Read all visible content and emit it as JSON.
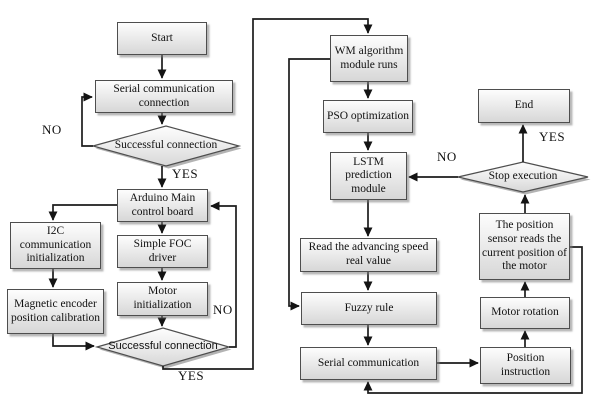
{
  "diagram": {
    "type": "flowchart",
    "nodes": {
      "start": {
        "label": "Start"
      },
      "serial_comm_connection": {
        "label": "Serial communication connection"
      },
      "successful_connection_1": {
        "label": "Successful connection"
      },
      "arduino_main": {
        "label": "Arduino Main control board"
      },
      "i2c_init": {
        "label": "I2C communication initialization"
      },
      "simple_foc": {
        "label": "Simple FOC driver"
      },
      "magnetic_encoder": {
        "label": "Magnetic encoder position calibration"
      },
      "motor_init": {
        "label": "Motor initialization"
      },
      "successful_connection_2": {
        "label": "Successful connection"
      },
      "wm_algorithm": {
        "label": "WM algorithm module runs"
      },
      "pso": {
        "label": "PSO optimization"
      },
      "lstm": {
        "label": "LSTM prediction module"
      },
      "read_speed": {
        "label": "Read the advancing speed real value"
      },
      "fuzzy_rule": {
        "label": "Fuzzy rule"
      },
      "serial_communication": {
        "label": "Serial communication"
      },
      "end": {
        "label": "End"
      },
      "stop_execution": {
        "label": "Stop execution"
      },
      "position_sensor": {
        "label": "The position sensor reads the current position of the motor"
      },
      "motor_rotation": {
        "label": "Motor rotation"
      },
      "position_instruction": {
        "label": "Position instruction"
      }
    },
    "edge_labels": {
      "no1": "NO",
      "yes1": "YES",
      "no2": "NO",
      "yes2": "YES",
      "no3": "NO",
      "yes3": "YES"
    },
    "colors": {
      "background": "#ffffff",
      "box_fill_top": "#fdfdfd",
      "box_fill_bottom": "#d7d7d7",
      "box_border": "#4e4e4e",
      "connector": "#1c1c1c"
    }
  }
}
